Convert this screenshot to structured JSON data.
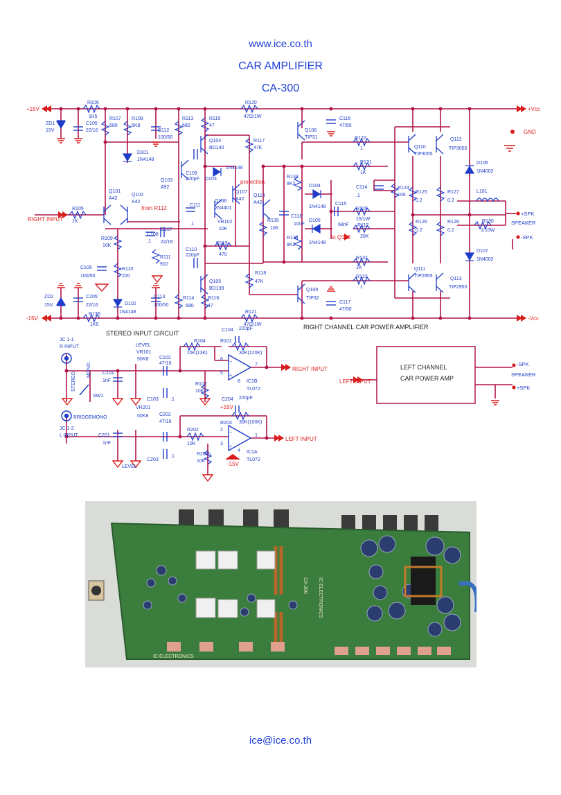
{
  "header": {
    "url": "www.ice.co.th",
    "title": "CAR AMPLIFIER",
    "model": "CA-300"
  },
  "footer": {
    "email": "ice@ice.co.th"
  },
  "colors": {
    "wire": "#b0134a",
    "label_red": "#e01e1e",
    "header_blue": "#1f3fd6",
    "component_blue": "#1e3cc8",
    "ground": "#d81b1b",
    "pcb_green": "#3a7d3c"
  },
  "power_rails": {
    "plus_15v": "+15V",
    "minus_15v": "-15V",
    "plus_vcc": "+Vcc",
    "minus_vcc": "-Vcc",
    "gnd": "GND",
    "r120": "R120",
    "r120_value": "47Ω/1W",
    "r121": "R121",
    "r121_value": "47Ω/1W"
  },
  "power_amp": {
    "section_title": "RIGHT CHANNEL CAR POWER AMPLIFIER",
    "input_label": "RIGHT INPUT",
    "from_label": "from R112",
    "protection_label": "protection",
    "to_q102_label": "to Q102",
    "speaker_label": "SPEAKER",
    "spk_pos": "+SPK",
    "spk_neg": "-SPK",
    "components": [
      {
        "ref": "R106",
        "value": "1K5"
      },
      {
        "ref": "C105",
        "value": "22/16"
      },
      {
        "ref": "ZD1",
        "value": "15V"
      },
      {
        "ref": "R107",
        "value": "680"
      },
      {
        "ref": "R108",
        "value": "6K8"
      },
      {
        "ref": "C112",
        "value": "100/50"
      },
      {
        "ref": "R113",
        "value": "680"
      },
      {
        "ref": "R115",
        "value": "47"
      },
      {
        "ref": "Q104",
        "value": "BD140"
      },
      {
        "ref": "R117",
        "value": "47K"
      },
      {
        "ref": "Q108",
        "value": "TIP31"
      },
      {
        "ref": "C116",
        "value": "47/50"
      },
      {
        "ref": "D101",
        "value": "1N4148"
      },
      {
        "ref": "Q103",
        "value": "A92"
      },
      {
        "ref": "C109",
        "value": "220pF"
      },
      {
        "ref": "D103",
        "value": "1N4148"
      },
      {
        "ref": "Q107",
        "value": "A42"
      },
      {
        "ref": "Q114",
        "value": "A42"
      },
      {
        "ref": "R122",
        "value": "1"
      },
      {
        "ref": "Q110",
        "value": "TIP3055"
      },
      {
        "ref": "Q112",
        "value": "TIP3055"
      },
      {
        "ref": "R131",
        "value": "1K"
      },
      {
        "ref": "D106",
        "value": "1N4002"
      },
      {
        "ref": "Q101",
        "value": "A42"
      },
      {
        "ref": "Q102",
        "value": "A42"
      },
      {
        "ref": "C111",
        "value": ".1"
      },
      {
        "ref": "Q106",
        "value": "2N4401"
      },
      {
        "ref": "R133",
        "value": "8K2"
      },
      {
        "ref": "D104",
        "value": "1N4148"
      },
      {
        "ref": "C114",
        "value": ".1"
      },
      {
        "ref": "R124",
        "value": "100"
      },
      {
        "ref": "R125",
        "value": "0.2"
      },
      {
        "ref": "R127",
        "value": "0.2"
      },
      {
        "ref": "L101",
        "value": ""
      },
      {
        "ref": "R105",
        "value": "1K"
      },
      {
        "ref": "C107",
        "value": "22/16"
      },
      {
        "ref": "VR102",
        "value": "10K"
      },
      {
        "ref": "R135",
        "value": "10K"
      },
      {
        "ref": "C118",
        "value": "10nF"
      },
      {
        "ref": "C115",
        "value": "68nF"
      },
      {
        "ref": "R129",
        "value": "15/1W"
      },
      {
        "ref": "R130",
        "value": "1/10W"
      },
      {
        "ref": "C108",
        "value": ".1"
      },
      {
        "ref": "D105",
        "value": "1N4148"
      },
      {
        "ref": "R112",
        "value": "20K"
      },
      {
        "ref": "R126",
        "value": "0.2"
      },
      {
        "ref": "R128",
        "value": "0.2"
      },
      {
        "ref": "R109",
        "value": "10K"
      },
      {
        "ref": "R119",
        "value": "470"
      },
      {
        "ref": "R134",
        "value": "8K2"
      },
      {
        "ref": "R111",
        "value": "910"
      },
      {
        "ref": "C110",
        "value": "220pF"
      },
      {
        "ref": "D107",
        "value": "1N4002"
      },
      {
        "ref": "C106",
        "value": "100/50"
      },
      {
        "ref": "R110",
        "value": "220"
      },
      {
        "ref": "R118",
        "value": "47K"
      },
      {
        "ref": "R132",
        "value": "1K"
      },
      {
        "ref": "Q111",
        "value": "TIP2955"
      },
      {
        "ref": "Q105",
        "value": "BD139"
      },
      {
        "ref": "R123",
        "value": "1"
      },
      {
        "ref": "Q113",
        "value": "TIP2955"
      },
      {
        "ref": "ZD2",
        "value": "15V"
      },
      {
        "ref": "C205",
        "value": "22/16"
      },
      {
        "ref": "D102",
        "value": "1N4148"
      },
      {
        "ref": "C113",
        "value": "100/50"
      },
      {
        "ref": "R114",
        "value": "680"
      },
      {
        "ref": "R116",
        "value": "47"
      },
      {
        "ref": "Q109",
        "value": "TIP32"
      },
      {
        "ref": "C117",
        "value": "47/50"
      },
      {
        "ref": "R136",
        "value": "1K5"
      }
    ]
  },
  "input_circuit": {
    "section_title": "STEREO INPUT CIRCUIT",
    "jc1_1": "JC 1-1",
    "r_input": "R INPUT",
    "jc1_2": "JC 1-2",
    "l_input": "L INPUT",
    "stereo": "STEREO",
    "mono": "MONO",
    "sw1": "SW1",
    "bridge_mono": "BRIDGEMONO",
    "level": "LEVEL",
    "right_input_out": "RIGHT INPUT",
    "left_input_out": "LEFT INPUT",
    "plus15": "+15V",
    "minus15": "-15V",
    "components": [
      {
        "ref": "VR101",
        "value": "50K8"
      },
      {
        "ref": "C101",
        "value": "1nF"
      },
      {
        "ref": "C102",
        "value": "47/16"
      },
      {
        "ref": "C103",
        "value": ".1"
      },
      {
        "ref": "R104",
        "value": "15K(13K)"
      },
      {
        "ref": "C104",
        "value": "220pF"
      },
      {
        "ref": "R101",
        "value": "30K(120K)"
      },
      {
        "ref": "R102",
        "value": "10K"
      },
      {
        "ref": "IC1B",
        "value": "TL072"
      },
      {
        "ref": "VR201",
        "value": "50K8"
      },
      {
        "ref": "C201",
        "value": "1nF"
      },
      {
        "ref": "C202",
        "value": "47/16"
      },
      {
        "ref": "C203",
        "value": ".1"
      },
      {
        "ref": "R202",
        "value": "10K"
      },
      {
        "ref": "C204",
        "value": "220pF"
      },
      {
        "ref": "R203",
        "value": "30K(100K)"
      },
      {
        "ref": "R203b",
        "value": "10K"
      },
      {
        "ref": "IC1A",
        "value": "TL072"
      }
    ],
    "pins": [
      "6",
      "5",
      "7",
      "8",
      "2",
      "3",
      "1",
      "4"
    ]
  },
  "left_channel_box": {
    "line1": "LEFT CHANNEL",
    "line2": "CAR POWER AMP",
    "input": "LEFT INPUT",
    "spk_neg": "-SPK",
    "spk_pos": "+SPK",
    "speaker": "SPEAKER"
  },
  "photo": {
    "silk_a": "CA-300",
    "silk_b": "IC ELECTRONICS",
    "silk_c": "IC ELECTRONICS"
  }
}
